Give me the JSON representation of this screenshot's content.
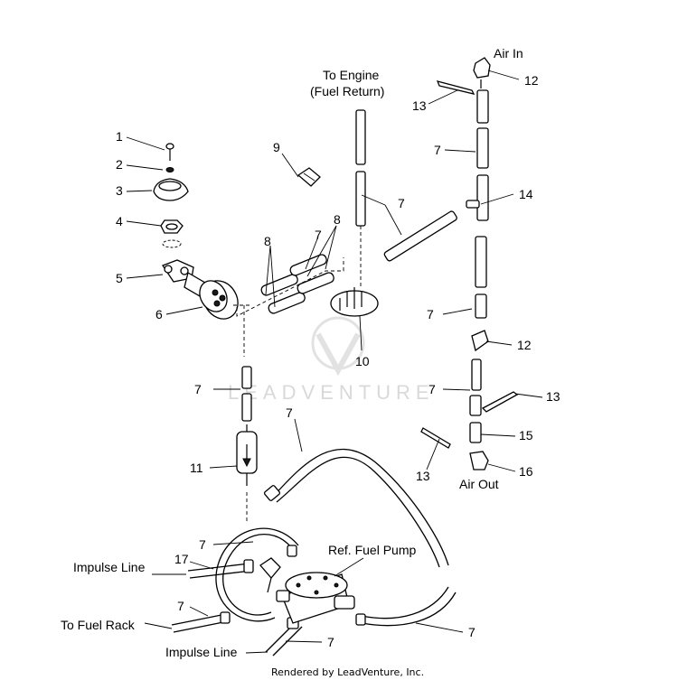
{
  "labels": {
    "air_in": "Air In",
    "to_engine_1": "To Engine",
    "to_engine_2": "(Fuel Return)",
    "air_out": "Air Out",
    "ref_fuel_pump": "Ref. Fuel Pump",
    "impulse_line_top": "Impulse Line",
    "to_fuel_rack": "To Fuel Rack",
    "impulse_line_bottom": "Impulse Line"
  },
  "callouts": {
    "n1": "1",
    "n2": "2",
    "n3": "3",
    "n4": "4",
    "n5": "5",
    "n6": "6",
    "n7a": "7",
    "n7b": "7",
    "n7c": "7",
    "n7d": "7",
    "n7e": "7",
    "n7f": "7",
    "n7g": "7",
    "n7h": "7",
    "n7i": "7",
    "n7j": "7",
    "n7k": "7",
    "n8a": "8",
    "n8b": "8",
    "n9": "9",
    "n10": "10",
    "n11": "11",
    "n12a": "12",
    "n12b": "12",
    "n13a": "13",
    "n13b": "13",
    "n13c": "13",
    "n14": "14",
    "n15": "15",
    "n16": "16",
    "n17": "17"
  },
  "watermark": "LEADVENTURE",
  "footer": "Rendered by LeadVenture, Inc."
}
